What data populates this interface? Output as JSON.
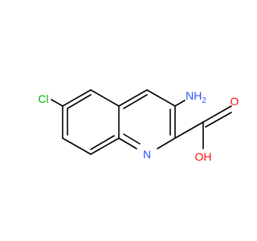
{
  "molecule": {
    "atoms": [
      {
        "id": "Cl",
        "text": "Cl",
        "color": "#00b000"
      },
      {
        "id": "NH2",
        "text": "NH",
        "sub": "2",
        "color": "#3050f8"
      },
      {
        "id": "N_ring",
        "text": "N",
        "color": "#3050f8"
      },
      {
        "id": "O_carbonyl",
        "text": "O",
        "color": "#ff0d0d"
      },
      {
        "id": "OH",
        "text": "OH",
        "color": "#ff0d0d"
      }
    ]
  }
}
